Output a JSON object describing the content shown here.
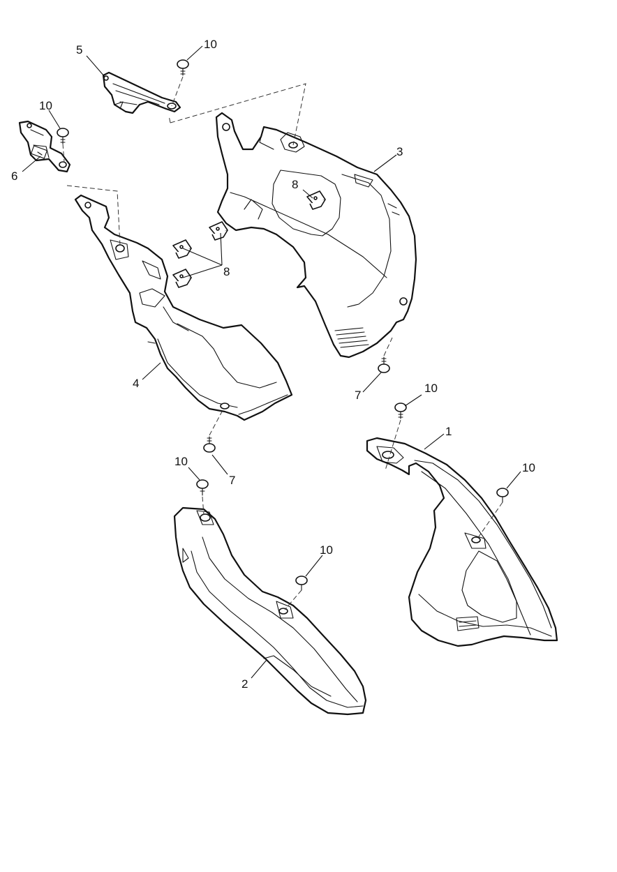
{
  "callouts": {
    "c1": "1",
    "c2": "2",
    "c3": "3",
    "c4": "4",
    "c5": "5",
    "c6": "6",
    "c7a": "7",
    "c7b": "7",
    "c8a": "8",
    "c8b": "8",
    "c10a": "10",
    "c10b": "10",
    "c10c": "10",
    "c10d": "10",
    "c10e": "10",
    "c10f": "10"
  },
  "colors": {
    "line": "#111111",
    "background": "#ffffff"
  }
}
